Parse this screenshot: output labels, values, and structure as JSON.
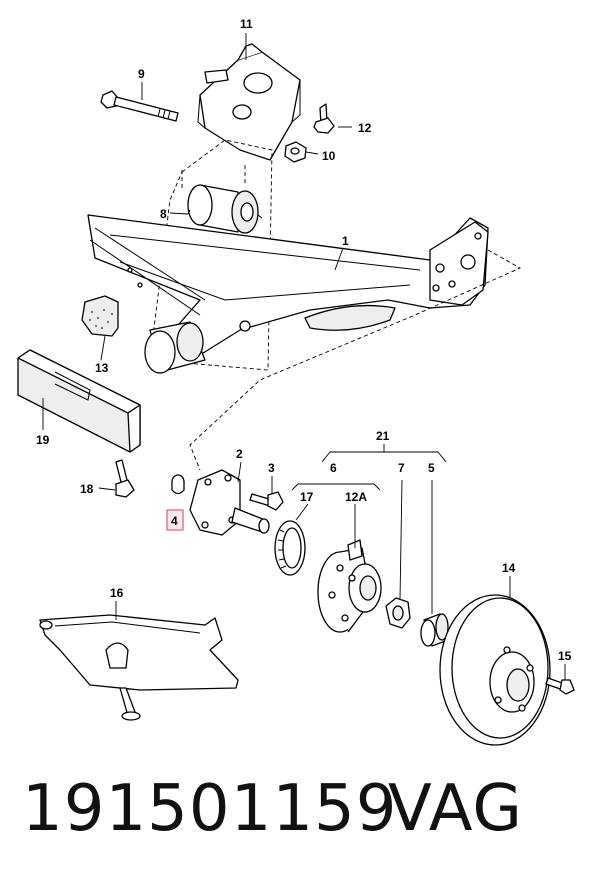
{
  "diagram": {
    "callouts": {
      "c1": "1",
      "c2": "2",
      "c3": "3",
      "c4": "4",
      "c5": "5",
      "c6": "6",
      "c7": "7",
      "c8": "8",
      "c9": "9",
      "c10": "10",
      "c11": "11",
      "c12": "12",
      "c12a": "12A",
      "c13": "13",
      "c14": "14",
      "c15": "15",
      "c16": "16",
      "c17": "17",
      "c18": "18",
      "c19": "19",
      "c21": "21"
    },
    "highlight_color": "#d4616e"
  },
  "footer": {
    "part_number": "191501159",
    "brand": "VAG"
  }
}
